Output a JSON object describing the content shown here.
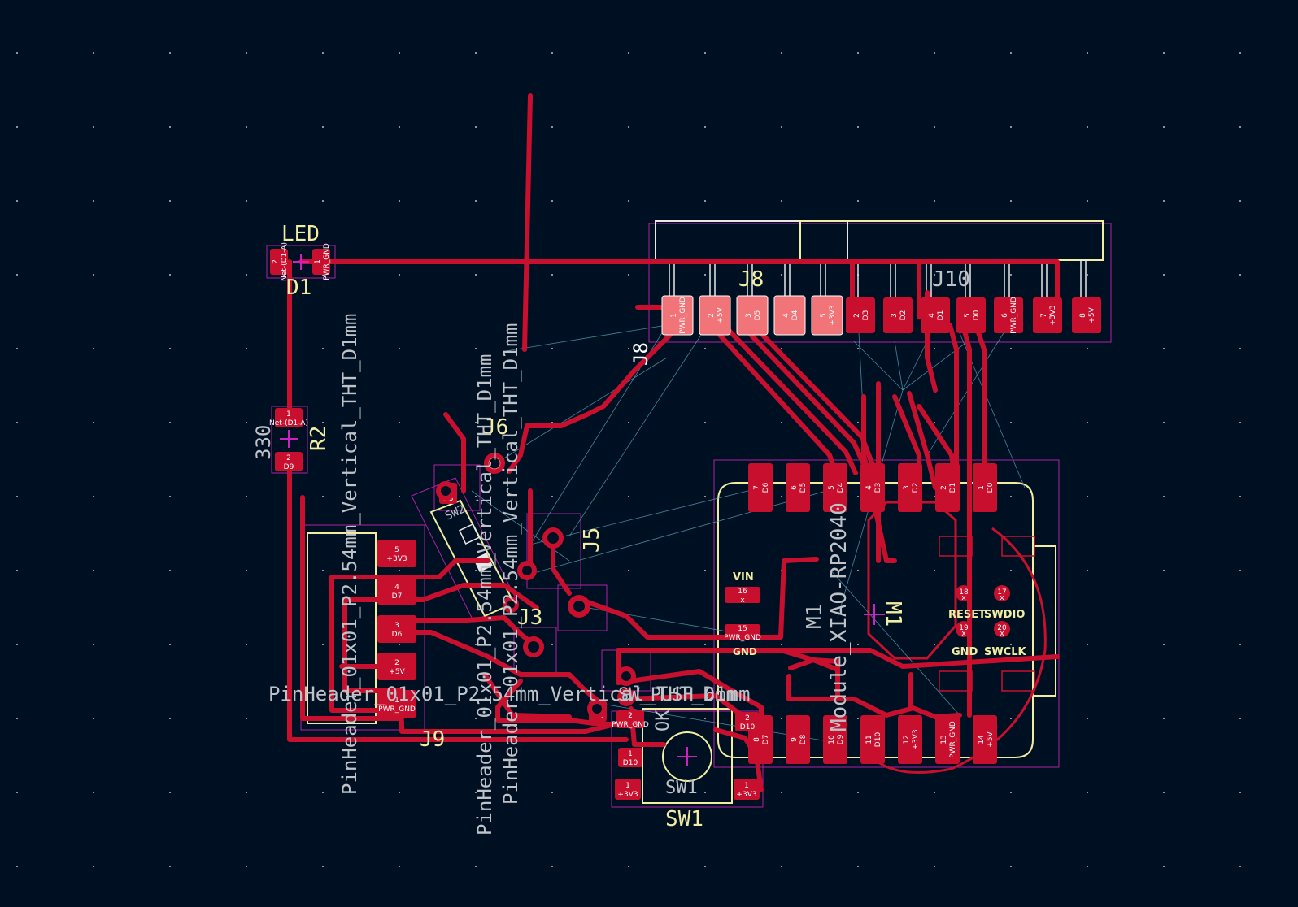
{
  "colors": {
    "background": "#001023",
    "copper": "#c8102e",
    "copper_selected": "#f07478",
    "silkscreen": "#f2eda1",
    "courtyard": "#b020a0",
    "ratsnest": "#59a2b8"
  },
  "labels": {
    "d1_value": "LED",
    "d1_ref": "D1",
    "r2_ref": "R2",
    "r2_value": "330",
    "j8_ref": "J8",
    "j8_ref_rot": "J8",
    "j10_ref": "J10",
    "j6_ref": "J6",
    "j5_ref": "J5",
    "j3_ref": "J3",
    "j9_ref": "J9",
    "sw1_ref": "SW1",
    "sw1_fab": "SW1",
    "sw2_ref": "SW2",
    "m1_ref": "M1",
    "m1_ref_rot": "M1",
    "m1_value": "Module_XIAO-RP2040",
    "pinheader_a": "PinHeader_01x01_P2.54mm_Vertical_THT_D1mm",
    "pinheader_b": "PinHeader_01x01_P2.54mm_Vertical_THT_D1mm",
    "pinheader_c": "PinHeader_01x01_P2.54mm_Vertical_THT_D1mm",
    "pinheader_d": "PinHeader_01x01_P2.54mm_Vertical_THT_D1mm",
    "sw_label": "SW_PUSH_6mm",
    "vin": "VIN",
    "gnd": "GND",
    "gnd2": "GND",
    "reset": "RESET",
    "swdio": "SWDIO",
    "swclk": "SWCLK",
    "ok": "OK"
  },
  "j8_pads": [
    {
      "num": "1",
      "net": "PWR_GND"
    },
    {
      "num": "2",
      "net": "+5V"
    },
    {
      "num": "3",
      "net": "D5"
    },
    {
      "num": "4",
      "net": "D4"
    },
    {
      "num": "5",
      "net": "+3V3"
    }
  ],
  "j10_pads": [
    {
      "num": "2",
      "net": "D3"
    },
    {
      "num": "3",
      "net": "D2"
    },
    {
      "num": "4",
      "net": "D1"
    },
    {
      "num": "5",
      "net": "D0"
    },
    {
      "num": "6",
      "net": "PWR_GND"
    },
    {
      "num": "7",
      "net": "+3V3"
    },
    {
      "num": "8",
      "net": "+5V"
    }
  ],
  "m1_top_pads": [
    {
      "num": "7",
      "net": "D6"
    },
    {
      "num": "6",
      "net": "D5"
    },
    {
      "num": "5",
      "net": "D4"
    },
    {
      "num": "4",
      "net": "D3"
    },
    {
      "num": "3",
      "net": "D2"
    },
    {
      "num": "2",
      "net": "D1"
    },
    {
      "num": "1",
      "net": "D0"
    }
  ],
  "m1_bottom_pads": [
    {
      "num": "8",
      "net": "D7"
    },
    {
      "num": "9",
      "net": "D8"
    },
    {
      "num": "10",
      "net": "D9"
    },
    {
      "num": "11",
      "net": "D10"
    },
    {
      "num": "12",
      "net": "+3V3"
    },
    {
      "num": "13",
      "net": "PWR_GND"
    },
    {
      "num": "14",
      "net": "+5V"
    }
  ],
  "m1_side_pads": [
    {
      "num": "16",
      "net": "x"
    },
    {
      "num": "15",
      "net": "PWR_GND"
    }
  ],
  "m1_test_pads": [
    {
      "num": "18",
      "net": "x"
    },
    {
      "num": "17",
      "net": "x"
    },
    {
      "num": "19",
      "net": "x"
    },
    {
      "num": "20",
      "net": "x"
    }
  ],
  "j9_pads": [
    {
      "num": "5",
      "net": "+3V3"
    },
    {
      "num": "4",
      "net": "D7"
    },
    {
      "num": "3",
      "net": "D6"
    },
    {
      "num": "2",
      "net": "+5V"
    },
    {
      "num": "1",
      "net": "PWR_GND"
    }
  ],
  "d1_pads": [
    {
      "num": "2",
      "net": "Net-(D1-A)"
    },
    {
      "num": "1",
      "net": "PWR_GND"
    }
  ],
  "r2_pads": [
    {
      "num": "1",
      "net": "Net-(D1-A)"
    },
    {
      "num": "2",
      "net": "D9"
    }
  ],
  "sw1_pads": [
    {
      "num": "2",
      "net": "D10"
    },
    {
      "num": "1",
      "net": "D10"
    },
    {
      "num": "1",
      "net": "+3V3"
    },
    {
      "num": "1",
      "net": "+3V3"
    }
  ],
  "small_pads": [
    {
      "num": "2",
      "net": "D8"
    },
    {
      "num": "2",
      "net": "PWR_GND"
    },
    {
      "num": "2",
      "net": "D8"
    }
  ]
}
